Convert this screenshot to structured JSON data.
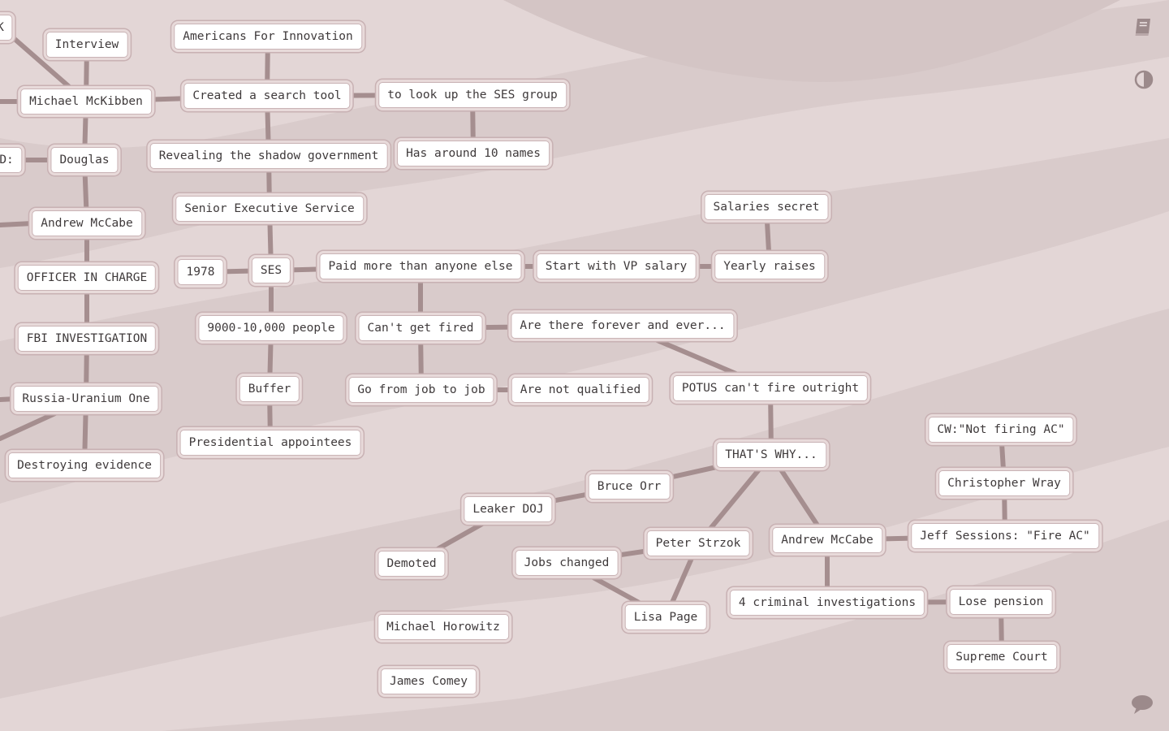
{
  "nodes": [
    {
      "id": "n_mk",
      "label": "MK"
    },
    {
      "id": "n_interview",
      "label": "Interview"
    },
    {
      "id": "n_mckibben",
      "label": "Michael McKibben"
    },
    {
      "id": "n_d",
      "label": "D:"
    },
    {
      "id": "n_douglas",
      "label": "Douglas"
    },
    {
      "id": "n_mccabe1",
      "label": "Andrew McCabe"
    },
    {
      "id": "n_officer",
      "label": "OFFICER IN CHARGE"
    },
    {
      "id": "n_fbi",
      "label": "FBI INVESTIGATION"
    },
    {
      "id": "n_russia",
      "label": "Russia-Uranium One"
    },
    {
      "id": "n_destroying",
      "label": "Destroying evidence"
    },
    {
      "id": "n_americans",
      "label": "Americans For Innovation"
    },
    {
      "id": "n_searchtool",
      "label": "Created a search tool"
    },
    {
      "id": "n_lookup",
      "label": "to look up the SES group"
    },
    {
      "id": "n_10names",
      "label": "Has around 10 names"
    },
    {
      "id": "n_shadow",
      "label": "Revealing the shadow government"
    },
    {
      "id": "n_ses_full",
      "label": "Senior Executive Service"
    },
    {
      "id": "n_1978",
      "label": "1978"
    },
    {
      "id": "n_ses",
      "label": "SES"
    },
    {
      "id": "n_people",
      "label": "9000-10,000 people"
    },
    {
      "id": "n_buffer",
      "label": "Buffer"
    },
    {
      "id": "n_presidential",
      "label": "Presidential appointees"
    },
    {
      "id": "n_paid",
      "label": "Paid more than anyone else"
    },
    {
      "id": "n_vp",
      "label": "Start with VP salary"
    },
    {
      "id": "n_yearly",
      "label": "Yearly raises"
    },
    {
      "id": "n_secret",
      "label": "Salaries secret"
    },
    {
      "id": "n_fired",
      "label": "Can't get fired"
    },
    {
      "id": "n_forever",
      "label": "Are there forever and ever..."
    },
    {
      "id": "n_jobtojob",
      "label": "Go from job to job"
    },
    {
      "id": "n_notqual",
      "label": "Are not qualified"
    },
    {
      "id": "n_potus",
      "label": "POTUS can't fire outright"
    },
    {
      "id": "n_thatswhy",
      "label": "THAT'S WHY..."
    },
    {
      "id": "n_bruce",
      "label": "Bruce Orr"
    },
    {
      "id": "n_leaker",
      "label": "Leaker DOJ"
    },
    {
      "id": "n_demoted",
      "label": "Demoted"
    },
    {
      "id": "n_strzok",
      "label": "Peter Strzok"
    },
    {
      "id": "n_jobschanged",
      "label": "Jobs changed"
    },
    {
      "id": "n_lisa",
      "label": "Lisa Page"
    },
    {
      "id": "n_mccabe2",
      "label": "Andrew McCabe"
    },
    {
      "id": "n_sessions",
      "label": "Jeff Sessions: \"Fire AC\""
    },
    {
      "id": "n_wray",
      "label": "Christopher Wray"
    },
    {
      "id": "n_cw",
      "label": "CW:\"Not firing AC\""
    },
    {
      "id": "n_criminal",
      "label": "4 criminal investigations"
    },
    {
      "id": "n_pension",
      "label": "Lose pension"
    },
    {
      "id": "n_supreme",
      "label": "Supreme Court"
    },
    {
      "id": "n_horowitz",
      "label": "Michael Horowitz"
    },
    {
      "id": "n_comey",
      "label": "James Comey"
    }
  ],
  "edges": [
    [
      "n_interview",
      "n_mckibben"
    ],
    [
      "n_mk",
      "n_mckibben"
    ],
    [
      "n_mckibben",
      "n_douglas"
    ],
    [
      "n_d",
      "n_douglas"
    ],
    [
      "n_douglas",
      "n_mccabe1"
    ],
    [
      "n_mccabe1",
      "n_officer"
    ],
    [
      "n_officer",
      "n_fbi"
    ],
    [
      "n_fbi",
      "n_russia"
    ],
    [
      "n_russia",
      "n_destroying"
    ],
    [
      "n_mckibben",
      "n_searchtool"
    ],
    [
      "n_americans",
      "n_searchtool"
    ],
    [
      "n_searchtool",
      "n_lookup"
    ],
    [
      "n_lookup",
      "n_10names"
    ],
    [
      "n_searchtool",
      "n_shadow"
    ],
    [
      "n_shadow",
      "n_ses_full"
    ],
    [
      "n_ses_full",
      "n_ses"
    ],
    [
      "n_1978",
      "n_ses"
    ],
    [
      "n_ses",
      "n_paid"
    ],
    [
      "n_ses",
      "n_people"
    ],
    [
      "n_people",
      "n_buffer"
    ],
    [
      "n_buffer",
      "n_presidential"
    ],
    [
      "n_paid",
      "n_vp"
    ],
    [
      "n_vp",
      "n_yearly"
    ],
    [
      "n_yearly",
      "n_secret"
    ],
    [
      "n_paid",
      "n_fired"
    ],
    [
      "n_fired",
      "n_forever"
    ],
    [
      "n_fired",
      "n_jobtojob"
    ],
    [
      "n_jobtojob",
      "n_notqual"
    ],
    [
      "n_forever",
      "n_potus"
    ],
    [
      "n_potus",
      "n_thatswhy"
    ],
    [
      "n_thatswhy",
      "n_bruce"
    ],
    [
      "n_bruce",
      "n_leaker"
    ],
    [
      "n_leaker",
      "n_demoted"
    ],
    [
      "n_thatswhy",
      "n_strzok"
    ],
    [
      "n_strzok",
      "n_jobschanged"
    ],
    [
      "n_strzok",
      "n_lisa"
    ],
    [
      "n_jobschanged",
      "n_lisa"
    ],
    [
      "n_thatswhy",
      "n_mccabe2"
    ],
    [
      "n_mccabe2",
      "n_sessions"
    ],
    [
      "n_sessions",
      "n_wray"
    ],
    [
      "n_wray",
      "n_cw"
    ],
    [
      "n_mccabe2",
      "n_criminal"
    ],
    [
      "n_criminal",
      "n_pension"
    ],
    [
      "n_pension",
      "n_supreme"
    ]
  ],
  "toolbar": [
    {
      "id": "notebook",
      "icon": "notebook-icon"
    },
    {
      "id": "contrast",
      "icon": "contrast-icon"
    },
    {
      "id": "comment",
      "icon": "comment-icon"
    }
  ],
  "colors": {
    "background": "#d9cbcb",
    "wave": "#e3d6d6",
    "link": "#a58e8f",
    "node_fill": "#ffffff",
    "node_border": "#c9b3b5",
    "text": "#3f3a3b",
    "icon": "#9c8a8b"
  }
}
